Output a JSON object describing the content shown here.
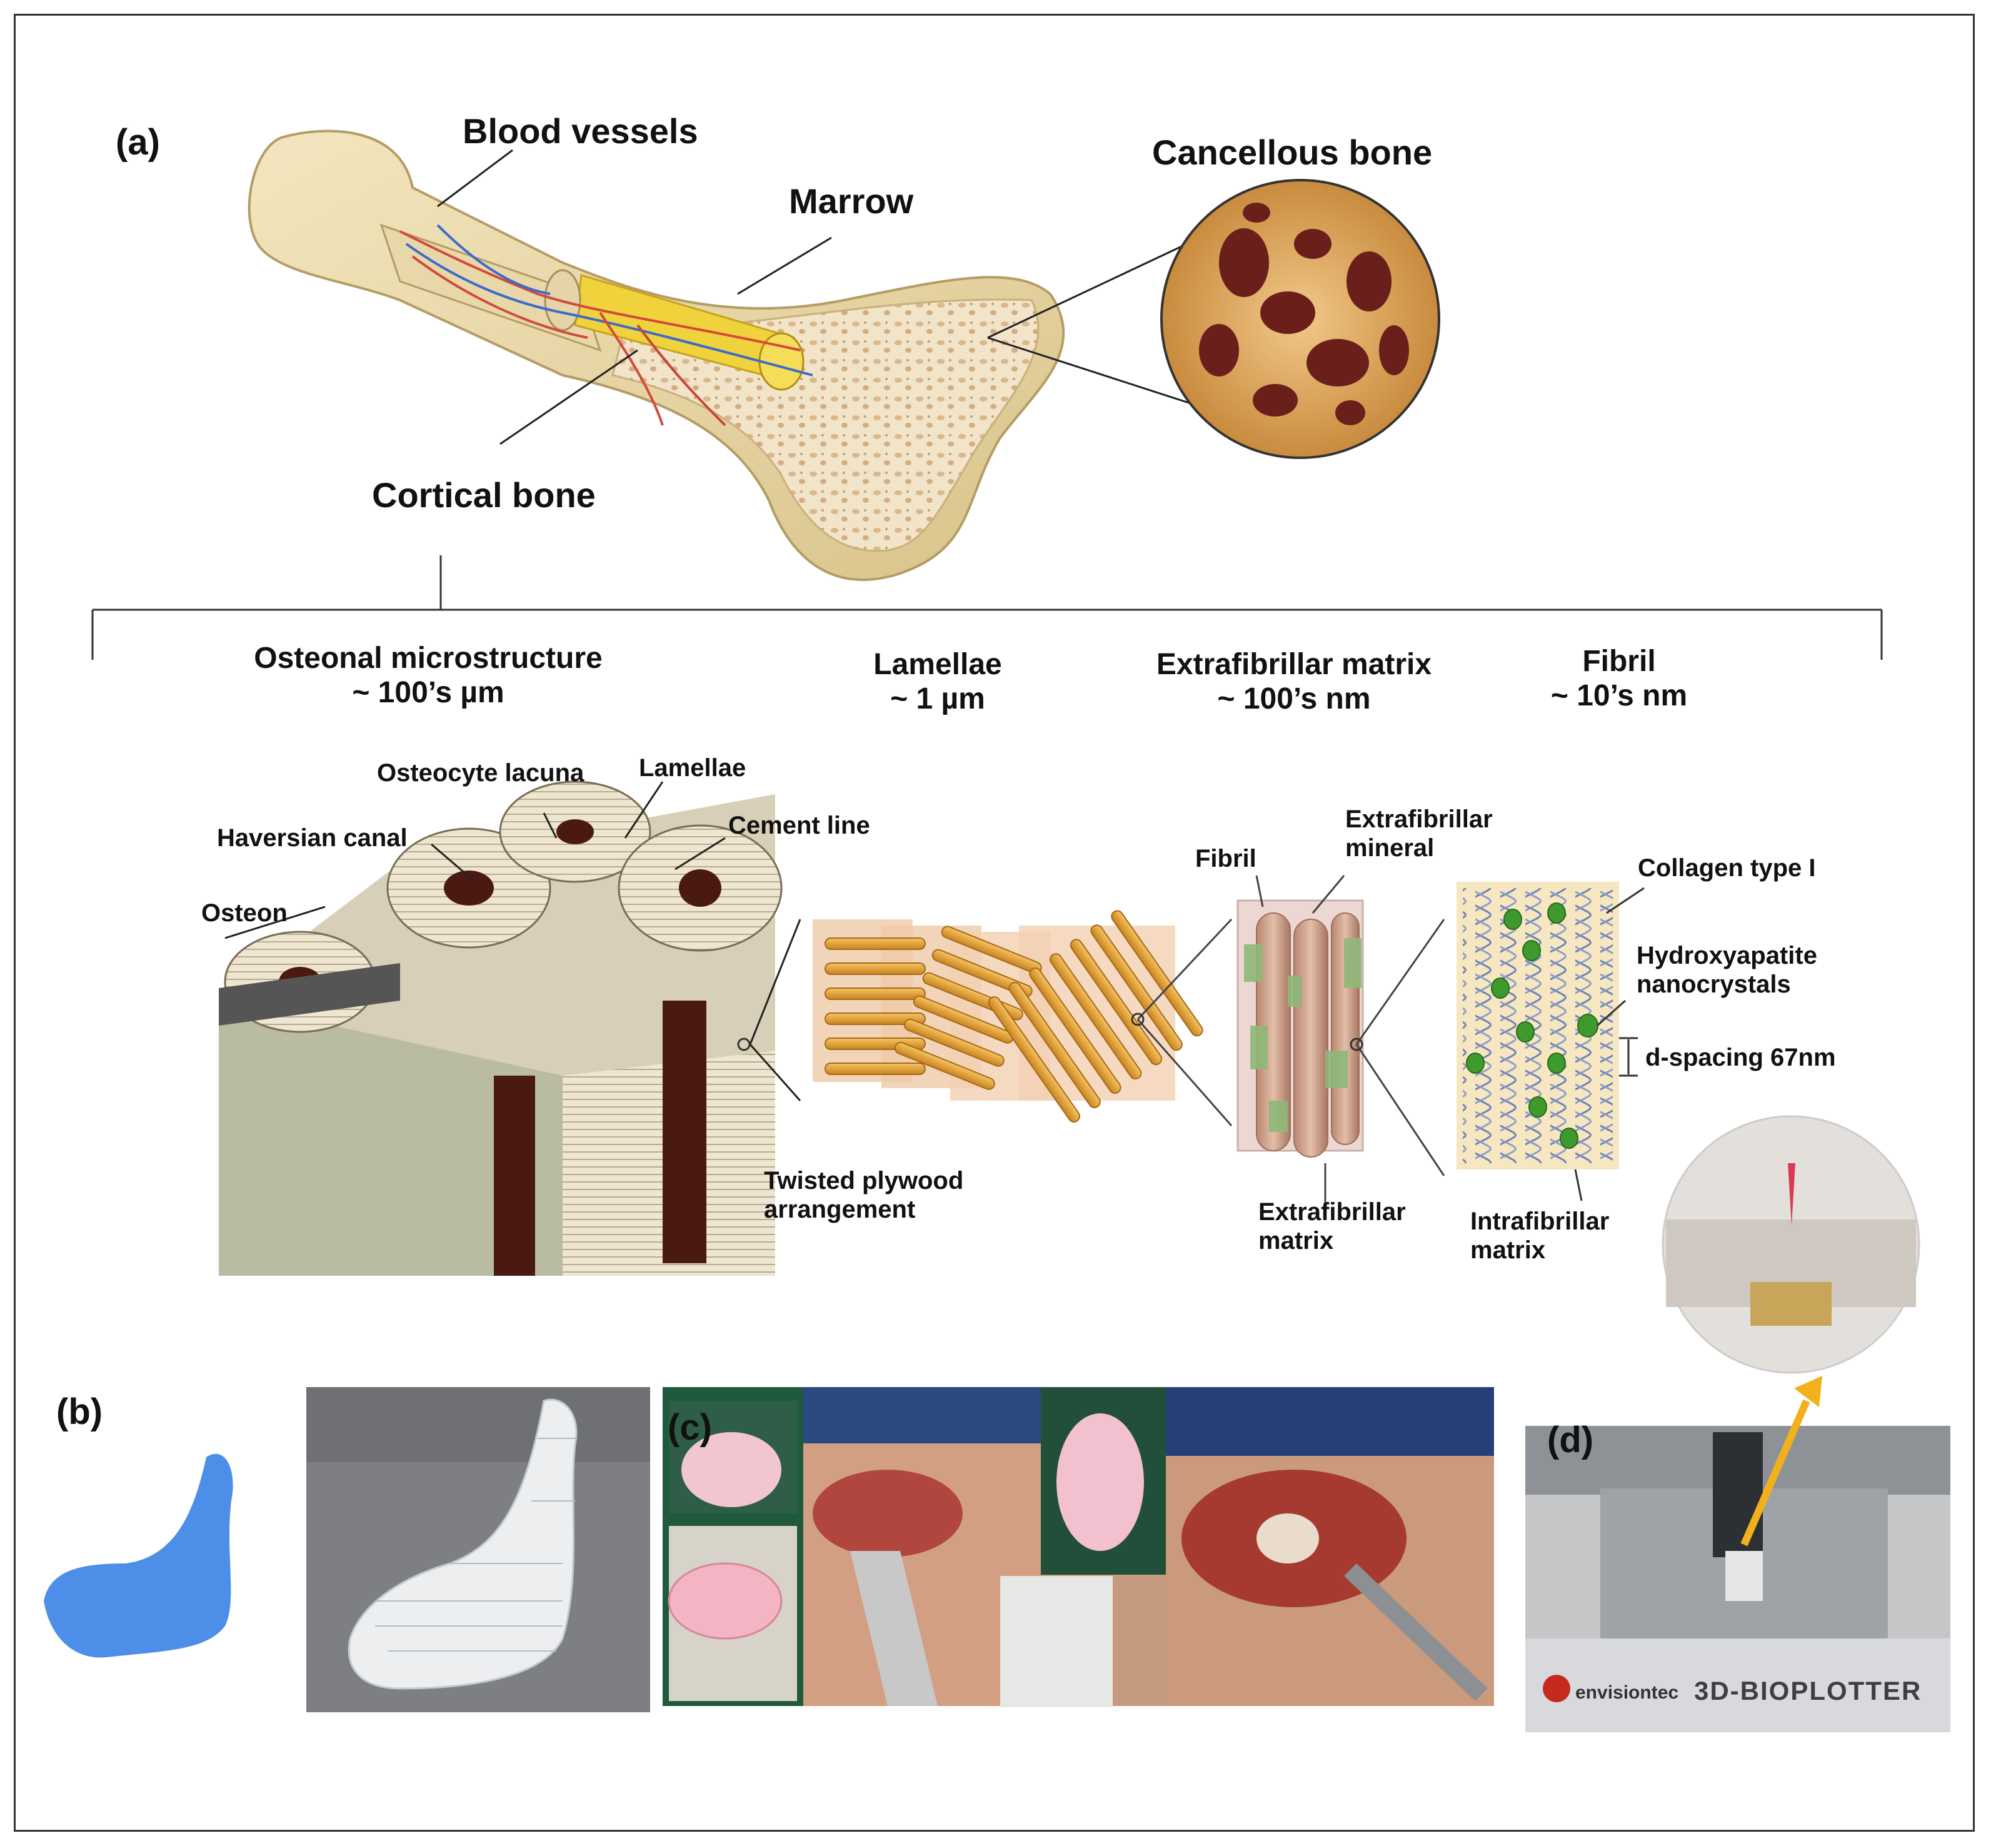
{
  "panels": {
    "a": "(a)",
    "b": "(b)",
    "c": "(c)",
    "d": "(d)"
  },
  "bone": {
    "blood_vessels": "Blood vessels",
    "marrow": "Marrow",
    "cortical_bone": "Cortical bone",
    "cancellous_bone": "Cancellous bone"
  },
  "scales": [
    {
      "name": "Osteonal microstructure",
      "size": "~ 100’s µm"
    },
    {
      "name": "Lamellae",
      "size": "~ 1 µm"
    },
    {
      "name": "Extrafibrillar matrix",
      "size": "~ 100’s nm"
    },
    {
      "name": "Fibril",
      "size": "~ 10’s nm"
    }
  ],
  "osteon_labels": {
    "osteocyte_lacuna": "Osteocyte lacuna",
    "lamellae": "Lamellae",
    "haversian_canal": "Haversian canal",
    "cement_line": "Cement line",
    "osteon": "Osteon"
  },
  "lamellae_labels": {
    "twisted_line1": "Twisted plywood",
    "twisted_line2": "arrangement"
  },
  "matrix_labels": {
    "fibril": "Fibril",
    "extrafibrillar_mineral_1": "Extrafibrillar",
    "extrafibrillar_mineral_2": "mineral",
    "extrafibrillar_matrix_1": "Extrafibrillar",
    "extrafibrillar_matrix_2": "matrix"
  },
  "fibril_labels": {
    "collagen": "Collagen type I",
    "hydroxyapatite_1": "Hydroxyapatite",
    "hydroxyapatite_2": "nanocrystals",
    "d_spacing": "d-spacing 67nm",
    "intrafibrillar_1": "Intrafibrillar",
    "intrafibrillar_2": "matrix"
  },
  "printer": {
    "brand": "envisiontec",
    "model": "3D-BIOPLOTTER"
  },
  "colors": {
    "bone": "#ead9ad",
    "marrow": "#f0d23c",
    "osteon_dark": "#4a1a12",
    "lamellae_rod": "#e9a437",
    "fibril": "#c99a82",
    "mineral": "#8fb878",
    "hydroxyapatite": "#3f9a2d",
    "blue_print": "#4d8ee8",
    "arrow": "#f2b11c"
  }
}
